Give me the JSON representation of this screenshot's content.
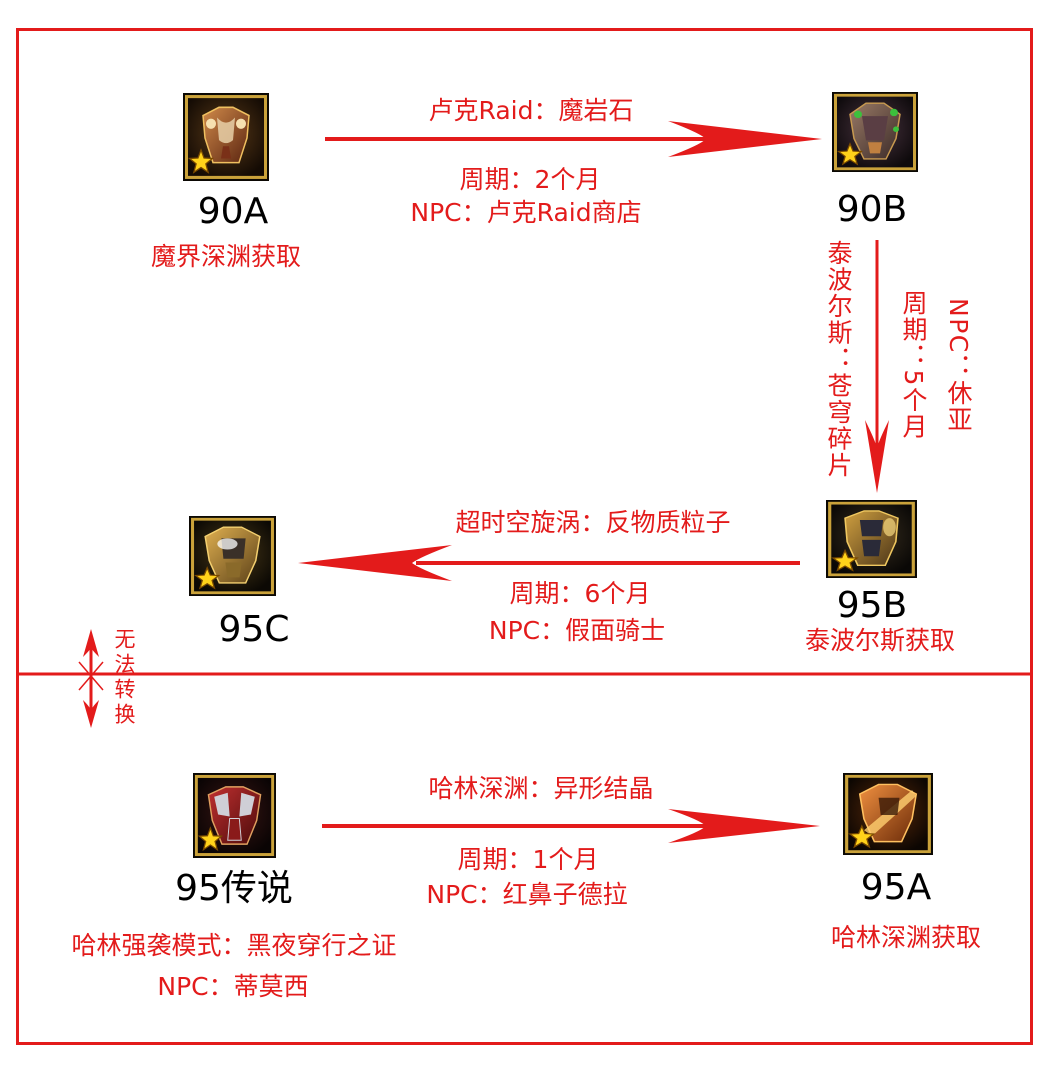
{
  "colors": {
    "accent": "#e31b1b",
    "label": "#000000",
    "icon_frame": "#c9a227"
  },
  "items": {
    "i90a": {
      "label": "90A",
      "obtain": "魔界深渊获取",
      "icon": "armor-item-icon"
    },
    "i90b": {
      "label": "90B",
      "icon": "armor-item-icon"
    },
    "i95b": {
      "label": "95B",
      "obtain": "泰波尔斯获取",
      "icon": "armor-item-icon"
    },
    "i95c": {
      "label": "95C",
      "icon": "armor-item-icon"
    },
    "i95legend": {
      "label": "95传说",
      "obtain": "哈林强袭模式：黑夜穿行之证",
      "npc": "NPC：蒂莫西",
      "icon": "armor-item-icon"
    },
    "i95a": {
      "label": "95A",
      "obtain": "哈林深渊获取",
      "icon": "armor-item-icon"
    }
  },
  "conversions": {
    "c90a_90b": {
      "material": "卢克Raid：魔岩石",
      "period": "周期：2个月",
      "npc": "NPC：卢克Raid商店"
    },
    "c90b_95b": {
      "material": "泰波尔斯：苍穹碎片",
      "period": "周期：5个月",
      "npc": "NPC：休亚"
    },
    "c95b_95c": {
      "material": "超时空旋涡：反物质粒子",
      "period": "周期：6个月",
      "npc": "NPC：假面骑士"
    },
    "c95legend_95a": {
      "material": "哈林深渊：异形结晶",
      "period": "周期：1个月",
      "npc": "NPC：红鼻子德拉"
    }
  },
  "barrier": {
    "text": "无法转换",
    "icon": "blocked-double-arrow-icon"
  }
}
